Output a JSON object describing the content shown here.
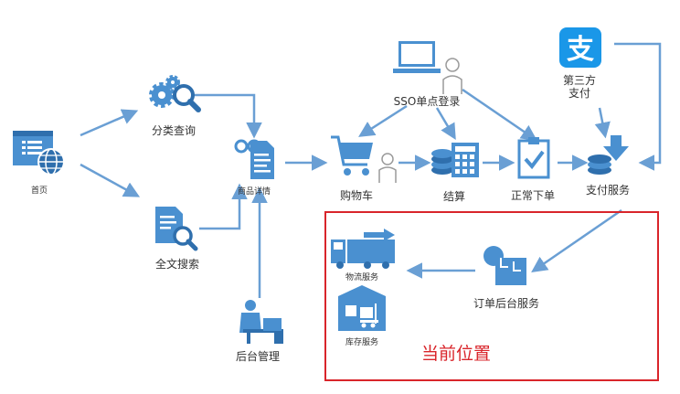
{
  "nodes": {
    "home": "首页",
    "category_query": "分类查询",
    "fulltext_search": "全文搜索",
    "product_detail": "商品详情",
    "admin": "后台管理",
    "sso_login": "SSO单点登录",
    "cart": "购物车",
    "checkout": "结算",
    "normal_order": "正常下单",
    "third_party_pay": "第三方\n支付",
    "pay_service": "支付服务",
    "logistics_service": "物流服务",
    "inventory_service": "库存服务",
    "order_backend_service": "订单后台服务"
  },
  "highlight": {
    "label": "当前位置",
    "border_color": "#d9252b",
    "label_color": "#d9252b"
  },
  "colors": {
    "icon_blue": "#4a90d0",
    "arrow_blue": "#6a9fd4",
    "alipay_blue": "#1a97e8"
  },
  "icons": {
    "home": "browser-globe-icon",
    "category_query": "gear-magnifier-icon",
    "fulltext_search": "document-magnifier-icon",
    "product_detail": "glasses-document-icon",
    "admin": "person-at-desk-icon",
    "sso_login": "laptop-user-icon",
    "cart": "shopping-cart-user-icon",
    "checkout": "coins-calculator-icon",
    "normal_order": "clipboard-check-icon",
    "third_party_pay": "alipay-icon",
    "pay_service": "coins-down-arrow-icon",
    "logistics_service": "truck-icon",
    "inventory_service": "forklift-warehouse-icon",
    "order_backend_service": "circle-box-icon"
  }
}
